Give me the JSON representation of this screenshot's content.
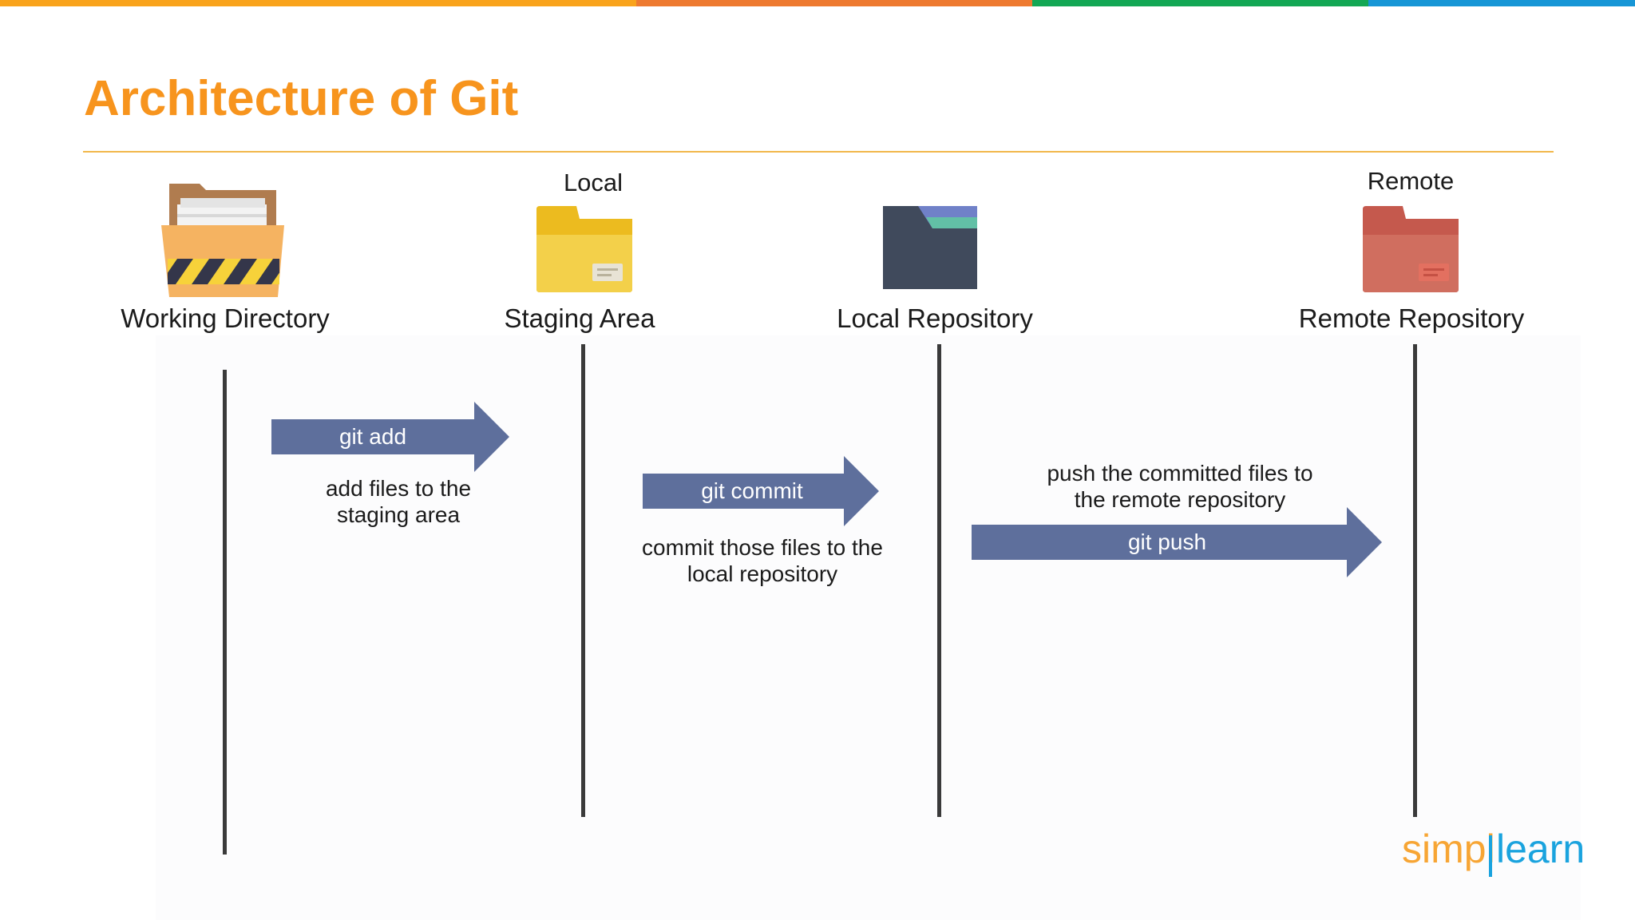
{
  "colors": {
    "title": "#f7941d",
    "rule": "#f2b84b",
    "arrow": "#5e6f9c",
    "top_bar": [
      "#f9a31b",
      "#ee7a30",
      "#13a754",
      "#1796d6"
    ],
    "logo_orange": "#f7a534",
    "logo_blue": "#1aa3de"
  },
  "title": "Architecture of Git",
  "groups": {
    "local": "Local",
    "remote": "Remote"
  },
  "stages": [
    {
      "label": "Working Directory",
      "icon": "open-folder-with-files-icon"
    },
    {
      "label": "Staging Area",
      "icon": "yellow-folder-icon"
    },
    {
      "label": "Local Repository",
      "icon": "dark-folder-icon"
    },
    {
      "label": "Remote Repository",
      "icon": "red-folder-icon"
    }
  ],
  "commands": [
    {
      "label": "git add",
      "description": [
        "add files to the",
        "staging area"
      ]
    },
    {
      "label": "git commit",
      "description": [
        "commit those files to the",
        "local repository"
      ]
    },
    {
      "label": "git push",
      "description": [
        "push the committed files to",
        "the remote repository"
      ]
    }
  ],
  "logo": {
    "part1": "simpl",
    "part2": "learn"
  }
}
